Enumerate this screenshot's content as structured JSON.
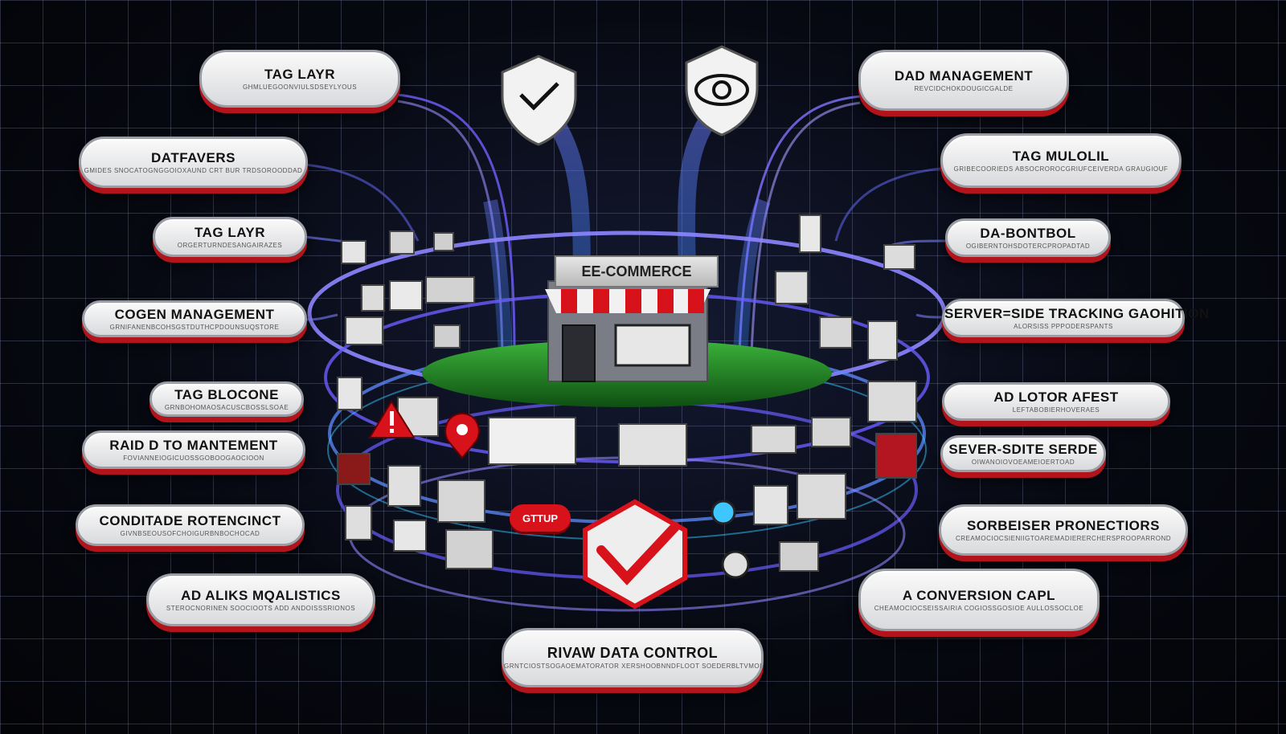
{
  "colors": {
    "background": "#05070d",
    "grid": "#8c96be",
    "ring": "#7f73ff",
    "accent_red": "#d8121b",
    "pill": "#f2f2f2"
  },
  "center": {
    "store_label": "EE-COMMERCE",
    "badge_label": "GTTUP"
  },
  "left_labels": [
    {
      "title": "TAG LAYR",
      "subtitle": "GHMLUEGOONVIULSDSEYLYOUS"
    },
    {
      "title": "DATFAVERS",
      "subtitle": "GMIDES SNOCATOGNGGOIOXAUND CRT BUR TRDSOROODDAD"
    },
    {
      "title": "TAG LAYR",
      "subtitle": "ORGERTURNDESANGAIRAZES"
    },
    {
      "title": "COGEN MANAGEMENT",
      "subtitle": "GRNIFANENBCOHSGSTDUTHCPDOUNSUQSTORE"
    },
    {
      "title": "TAG BLOCONE",
      "subtitle": "GRNBOHOMAOSACUSCBOSSLSOAE"
    },
    {
      "title": "RAID  D TO MANTEMENT",
      "subtitle": "FOVIANNEIOGICUOSSGOBOOGAOCIOON"
    },
    {
      "title": "CONDITADE ROTENCINCT",
      "subtitle": "GIVNBSEOUSOFCHOIGURBNBOCHOCAD"
    },
    {
      "title": "AD ALIKS MQALISTICS",
      "subtitle": "STEROCNORINEN SOOCIOOTS ADD ANDOISSSRIONOS"
    }
  ],
  "right_labels": [
    {
      "title": "DAD MANAGEMENT",
      "subtitle": "REVCIDCHOKDOUGICGALDE"
    },
    {
      "title": "TAG MULOLIL",
      "subtitle": "GRIBECOORIEDS ABSOCROROCGRIUFCEIVERDA GRAUGIOUF"
    },
    {
      "title": "DA-BONTBOL",
      "subtitle": "OGIBERNTOHSDOTERCPROPADTAD"
    },
    {
      "title": "SERVER=SIDE TRACKING GAOHITION",
      "subtitle": "ALORSISS PPPODERSPANTS"
    },
    {
      "title": "AD LOTOR AFEST",
      "subtitle": "LEFTABOBIERHOVERAES"
    },
    {
      "title": "SEVER-SDITE SERDE",
      "subtitle": "OIWANOIOVOEAMEIOERTOAD"
    },
    {
      "title": "SORBEISER PRONECTIORS",
      "subtitle": "CREAMOCIOCSIENIIGTOAREMADIERERCHERSPROOPARROND"
    },
    {
      "title": "A CONVERSION CAPL",
      "subtitle": "CHEAMOCIOCSEISSAIRIA COGIOSSGOSIOE AULLOSSOCLOE"
    }
  ],
  "bottom_label": {
    "title": "RIVAW  DATA CONTROL",
    "subtitle": "GRNTCIOSTSOGAOEMATORATOR XERSHOOBNNDFLOOT SOEDERBLTVMOITFOPRDTOPOGIIAFORD"
  },
  "icons": [
    "shield-check-icon",
    "shield-eye-icon",
    "storefront-icon",
    "large-check-badge-icon",
    "warning-triangle-icon",
    "location-pin-icon"
  ]
}
